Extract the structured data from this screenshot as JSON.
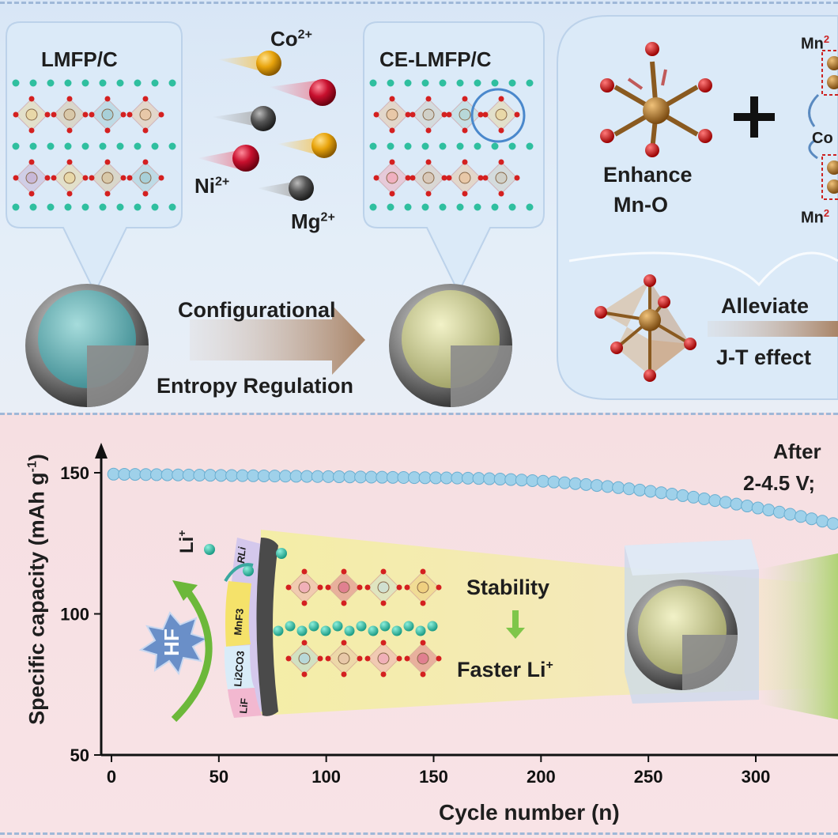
{
  "top": {
    "left_crystal_label": "LMFP/C",
    "right_crystal_label": "CE-LMFP/C",
    "ion_co": "Co",
    "ion_co_charge": "2+",
    "ion_ni": "Ni",
    "ion_ni_charge": "2+",
    "ion_mg": "Mg",
    "ion_mg_charge": "2+",
    "arrow_label_1": "Configurational",
    "arrow_label_2": "Entropy Regulation",
    "enhance_label_1": "Enhance",
    "enhance_label_2": "Mn-O",
    "mn_top": "Mn",
    "mn_bottom": "Mn",
    "co_side": "Co",
    "alleviate_1": "Alleviate",
    "alleviate_2": "J-T effect"
  },
  "inset": {
    "li_ion": "Li",
    "li_ion_sup": "+",
    "hf": "HF",
    "layer_rli": "RLi",
    "layer_mnf3": "MnF3",
    "layer_li2co3": "Li2CO3",
    "layer_lif": "LiF",
    "stability": "Stability",
    "faster_li": "Faster Li",
    "faster_li_sup": "+"
  },
  "chart_data": {
    "type": "scatter",
    "xlabel": "Cycle number (n)",
    "ylabel": "Specific capacity (mAh g",
    "ylabel_sup": "-1",
    "ylabel_close": ")",
    "xlim": [
      -5,
      340
    ],
    "ylim": [
      50,
      160
    ],
    "xticks": [
      0,
      50,
      100,
      150,
      200,
      250,
      300
    ],
    "yticks": [
      50,
      100,
      150
    ],
    "annotation_1": "After",
    "annotation_2": "2-4.5 V;",
    "series": [
      {
        "color": "#9fd1ea",
        "x_start": 1,
        "x_step": 5,
        "n_points": 68,
        "y_start": 149.5,
        "y_mid_x": 150,
        "y_mid": 148.2,
        "y_end": 132.0
      }
    ]
  }
}
